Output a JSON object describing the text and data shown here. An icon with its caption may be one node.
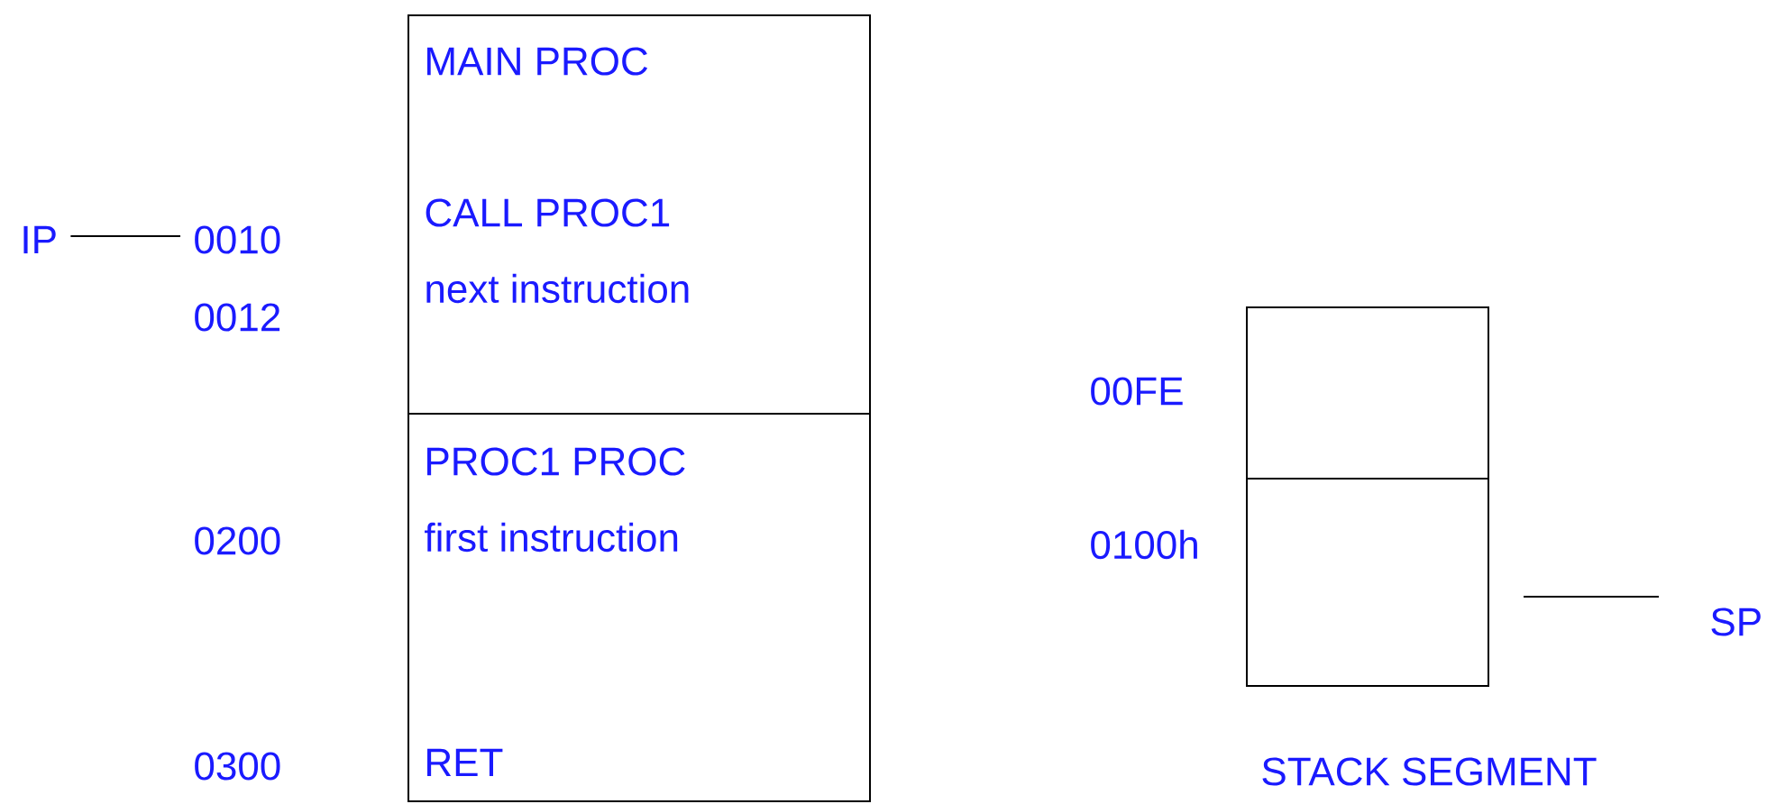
{
  "diagram": {
    "nodes": [
      {
        "text": [
          "MAIN PROC",
          "CALL PROC1",
          "next instruction"
        ]
      },
      {
        "text": [
          "PROC1 PROC",
          "first instruction",
          "RET"
        ]
      },
      {
        "text": [],
        "shape": "box"
      },
      {
        "text": [],
        "shape": "box"
      },
      {
        "text": [
          "IP"
        ]
      },
      {
        "text": [
          "0010"
        ]
      },
      {
        "text": [
          "SP"
        ]
      }
    ],
    "edges": [
      {
        "from": 4,
        "to": 5,
        "arrow": "none"
      },
      {
        "from": 6,
        "to": null,
        "arrow": "none"
      }
    ],
    "labels": [
      "0012",
      "0200",
      "0300",
      "00FE",
      "0100h",
      "STACK SEGMENT"
    ]
  }
}
